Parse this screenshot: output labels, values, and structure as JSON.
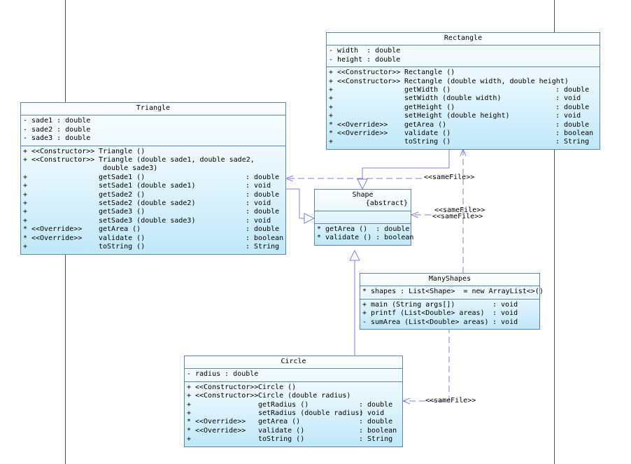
{
  "labels": {
    "same_file": "<<sameFile>>"
  },
  "classes": {
    "rectangle": {
      "title": "Rectangle",
      "fields": [
        {
          "vis": "-",
          "name": "width  : double"
        },
        {
          "vis": "-",
          "name": "height : double"
        }
      ],
      "methods": [
        {
          "vis": "+",
          "stereo": "<<Constructor>>",
          "name": "Rectangle ()",
          "type": ""
        },
        {
          "vis": "+",
          "stereo": "<<Constructor>>",
          "name": "Rectangle (double width, double height)",
          "type": ""
        },
        {
          "vis": "+",
          "stereo": "",
          "name": "getWidth ()",
          "type": ": double"
        },
        {
          "vis": "+",
          "stereo": "",
          "name": "setWidth (double width)",
          "type": ": void"
        },
        {
          "vis": "+",
          "stereo": "",
          "name": "getHeight ()",
          "type": ": double"
        },
        {
          "vis": "+",
          "stereo": "",
          "name": "setHeight (double height)",
          "type": ": void"
        },
        {
          "vis": "*",
          "stereo": "<<Override>>",
          "name": "getArea ()",
          "type": ": double"
        },
        {
          "vis": "*",
          "stereo": "<<Override>>",
          "name": "validate ()",
          "type": ": boolean"
        },
        {
          "vis": "+",
          "stereo": "",
          "name": "toString ()",
          "type": ": String"
        }
      ]
    },
    "triangle": {
      "title": "Triangle",
      "fields": [
        {
          "vis": "-",
          "name": "sade1 : double"
        },
        {
          "vis": "-",
          "name": "sade2 : double"
        },
        {
          "vis": "-",
          "name": "sade3 : double"
        }
      ],
      "methods": [
        {
          "vis": "+",
          "stereo": "<<Constructor>>",
          "name": "Triangle ()",
          "type": ""
        },
        {
          "vis": "+",
          "stereo": "<<Constructor>>",
          "name": "Triangle (double sade1, double sade2,",
          "type": ""
        },
        {
          "vis": "",
          "stereo": "",
          "name": " double sade3)",
          "type": ""
        },
        {
          "vis": "+",
          "stereo": "",
          "name": "getSade1 ()",
          "type": ": double"
        },
        {
          "vis": "+",
          "stereo": "",
          "name": "setSade1 (double sade1)",
          "type": ": void"
        },
        {
          "vis": "+",
          "stereo": "",
          "name": "getSade2 ()",
          "type": ": double"
        },
        {
          "vis": "+",
          "stereo": "",
          "name": "setSade2 (double sade2)",
          "type": ": void"
        },
        {
          "vis": "+",
          "stereo": "",
          "name": "getSade3 ()",
          "type": ": double"
        },
        {
          "vis": "+",
          "stereo": "",
          "name": "setSade3 (double sade3)",
          "type": ": void"
        },
        {
          "vis": "*",
          "stereo": "<<Override>>",
          "name": "getArea ()",
          "type": ": double"
        },
        {
          "vis": "*",
          "stereo": "<<Override>>",
          "name": "validate ()",
          "type": ": boolean"
        },
        {
          "vis": "+",
          "stereo": "",
          "name": "toString ()",
          "type": ": String"
        }
      ]
    },
    "shape": {
      "title": "Shape",
      "stereotype": "{abstract}",
      "methods": [
        {
          "vis": "*",
          "name": "getArea ()  : double"
        },
        {
          "vis": "*",
          "name": "validate () : boolean"
        }
      ]
    },
    "manyshapes": {
      "title": "ManyShapes",
      "fields": [
        {
          "vis": "*",
          "name": "shapes : List<Shape>  = new ArrayList<>()"
        }
      ],
      "methods": [
        {
          "vis": "+",
          "name": "main (String args[])",
          "type": ": void"
        },
        {
          "vis": "+",
          "name": "printf (List<Double> areas)",
          "type": ": void"
        },
        {
          "vis": "-",
          "name": "sumArea (List<Double> areas)",
          "type": ": void"
        }
      ]
    },
    "circle": {
      "title": "Circle",
      "fields": [
        {
          "vis": "-",
          "name": "radius : double"
        }
      ],
      "methods": [
        {
          "vis": "+",
          "stereo": "<<Constructor>>",
          "name": "Circle ()",
          "type": ""
        },
        {
          "vis": "+",
          "stereo": "<<Constructor>>",
          "name": "Circle (double radius)",
          "type": ""
        },
        {
          "vis": "+",
          "stereo": "",
          "name": "getRadius ()",
          "type": ": double"
        },
        {
          "vis": "+",
          "stereo": "",
          "name": "setRadius (double radius)",
          "type": ": void"
        },
        {
          "vis": "*",
          "stereo": "<<Override>>",
          "name": "getArea ()",
          "type": ": double"
        },
        {
          "vis": "*",
          "stereo": "<<Override>>",
          "name": "validate ()",
          "type": ": boolean"
        },
        {
          "vis": "+",
          "stereo": "",
          "name": "toString ()",
          "type": ": String"
        }
      ]
    }
  }
}
